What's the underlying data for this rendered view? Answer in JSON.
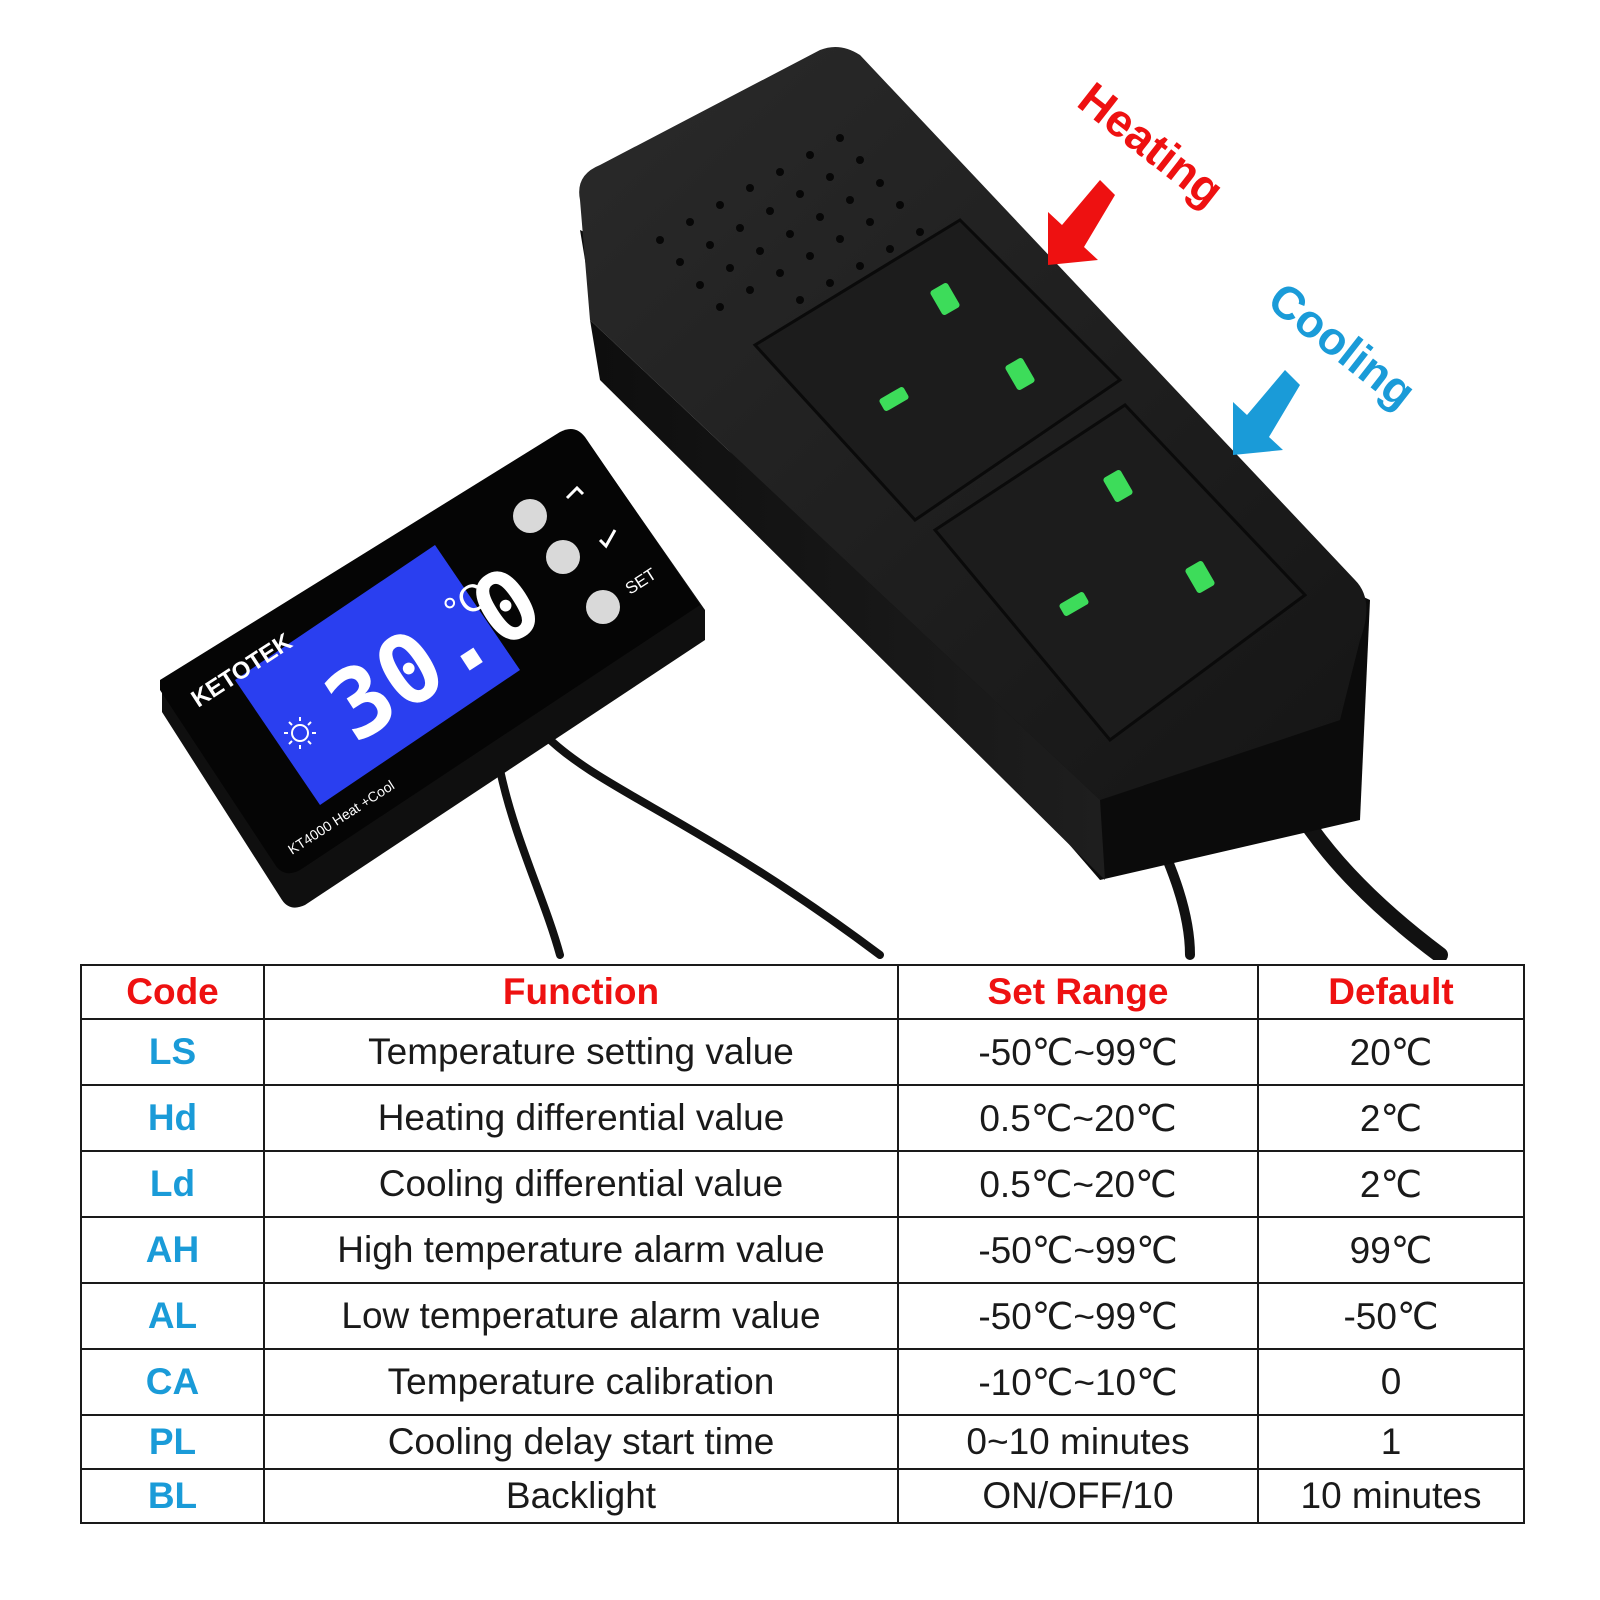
{
  "labels": {
    "heating": "Heating",
    "cooling": "Cooling"
  },
  "controller": {
    "brand": "KETOTEK",
    "reading": "30.0",
    "unit": "°C",
    "set_label": "SET",
    "model": "KT4000 Heat +Cool"
  },
  "colors": {
    "heating": "#ee1111",
    "cooling": "#1a9bd8",
    "lcd": "#2a3ff0",
    "socket_led": "#3ddc5a"
  },
  "icons": [
    "arrow-up-icon",
    "arrow-down-icon",
    "sun-icon",
    "heating-arrow-icon",
    "cooling-arrow-icon"
  ],
  "table": {
    "headers": [
      "Code",
      "Function",
      "Set Range",
      "Default"
    ],
    "rows": [
      [
        "LS",
        "Temperature setting value",
        "-50℃~99℃",
        "20℃"
      ],
      [
        "Hd",
        "Heating differential value",
        "0.5℃~20℃",
        "2℃"
      ],
      [
        "Ld",
        "Cooling differential value",
        "0.5℃~20℃",
        "2℃"
      ],
      [
        "AH",
        "High temperature alarm value",
        "-50℃~99℃",
        "99℃"
      ],
      [
        "AL",
        "Low temperature alarm value",
        "-50℃~99℃",
        "-50℃"
      ],
      [
        "CA",
        "Temperature calibration",
        "-10℃~10℃",
        "0"
      ],
      [
        "PL",
        "Cooling delay start time",
        "0~10 minutes",
        "1"
      ],
      [
        "BL",
        "Backlight",
        "ON/OFF/10",
        "10 minutes"
      ]
    ]
  }
}
